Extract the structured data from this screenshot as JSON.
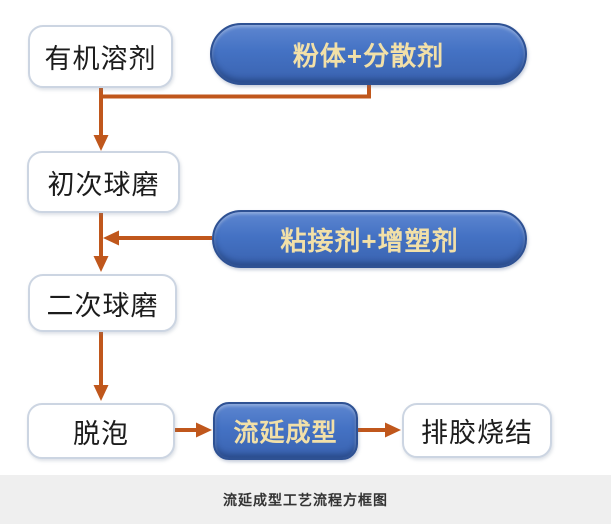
{
  "diagram": {
    "nodes": {
      "organic_solvent": {
        "label": "有机溶剂",
        "shape": "white-box"
      },
      "powder_dispersant": {
        "label": "粉体+分散剂",
        "shape": "blue-pill"
      },
      "first_ball_milling": {
        "label": "初次球磨",
        "shape": "white-box"
      },
      "binder_plasticizer": {
        "label": "粘接剂+增塑剂",
        "shape": "blue-pill"
      },
      "second_ball_milling": {
        "label": "二次球磨",
        "shape": "white-box"
      },
      "defoaming": {
        "label": "脱泡",
        "shape": "white-box"
      },
      "tape_casting": {
        "label": "流延成型",
        "shape": "blue-rounded-box"
      },
      "debinding_sintering": {
        "label": "排胶烧结",
        "shape": "white-box"
      }
    },
    "edges": [
      {
        "from": "organic_solvent",
        "to": "first_ball_milling"
      },
      {
        "from": "powder_dispersant",
        "to": "first_ball_milling"
      },
      {
        "from": "first_ball_milling",
        "to": "second_ball_milling"
      },
      {
        "from": "binder_plasticizer",
        "to": "second_ball_milling"
      },
      {
        "from": "second_ball_milling",
        "to": "defoaming"
      },
      {
        "from": "defoaming",
        "to": "tape_casting"
      },
      {
        "from": "tape_casting",
        "to": "debinding_sintering"
      }
    ],
    "colors": {
      "arrow": "#c0571c",
      "pill_fill": "#4472c4",
      "pill_border": "#2e5193",
      "pill_text": "#f2e0a8",
      "box_border": "#ccd5e2",
      "box_text": "#1c1c1c",
      "caption_bg": "#efefef",
      "caption_text": "#333333",
      "background": "#ffffff"
    }
  },
  "caption": {
    "text": "流延成型工艺流程方框图"
  }
}
